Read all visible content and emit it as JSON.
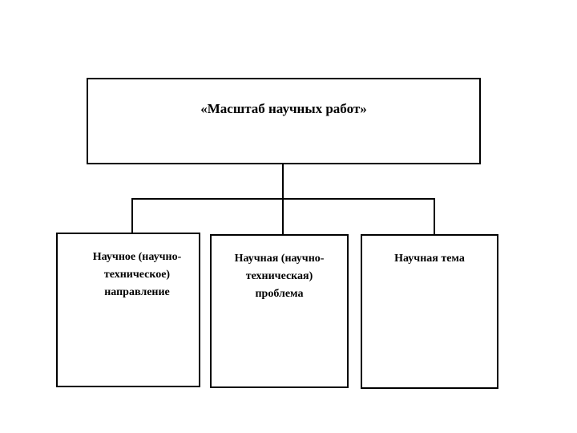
{
  "diagram": {
    "root": {
      "label": "«Масштаб научных работ»"
    },
    "children": [
      {
        "id": "scientific-direction",
        "label": "Научное (научно-техническое) направление",
        "lines": [
          "Научное (научно-",
          "техническое)",
          "направление"
        ]
      },
      {
        "id": "scientific-problem",
        "label": "Научная (научно-техническая) проблема",
        "lines": [
          "Научная (научно-",
          "техническая)",
          "проблема"
        ]
      },
      {
        "id": "scientific-theme",
        "label": "Научная тема",
        "lines": [
          "Научная тема"
        ]
      }
    ],
    "colors": {
      "background": "#ffffff",
      "border": "#000000",
      "text": "#000000",
      "connector": "#000000"
    }
  }
}
